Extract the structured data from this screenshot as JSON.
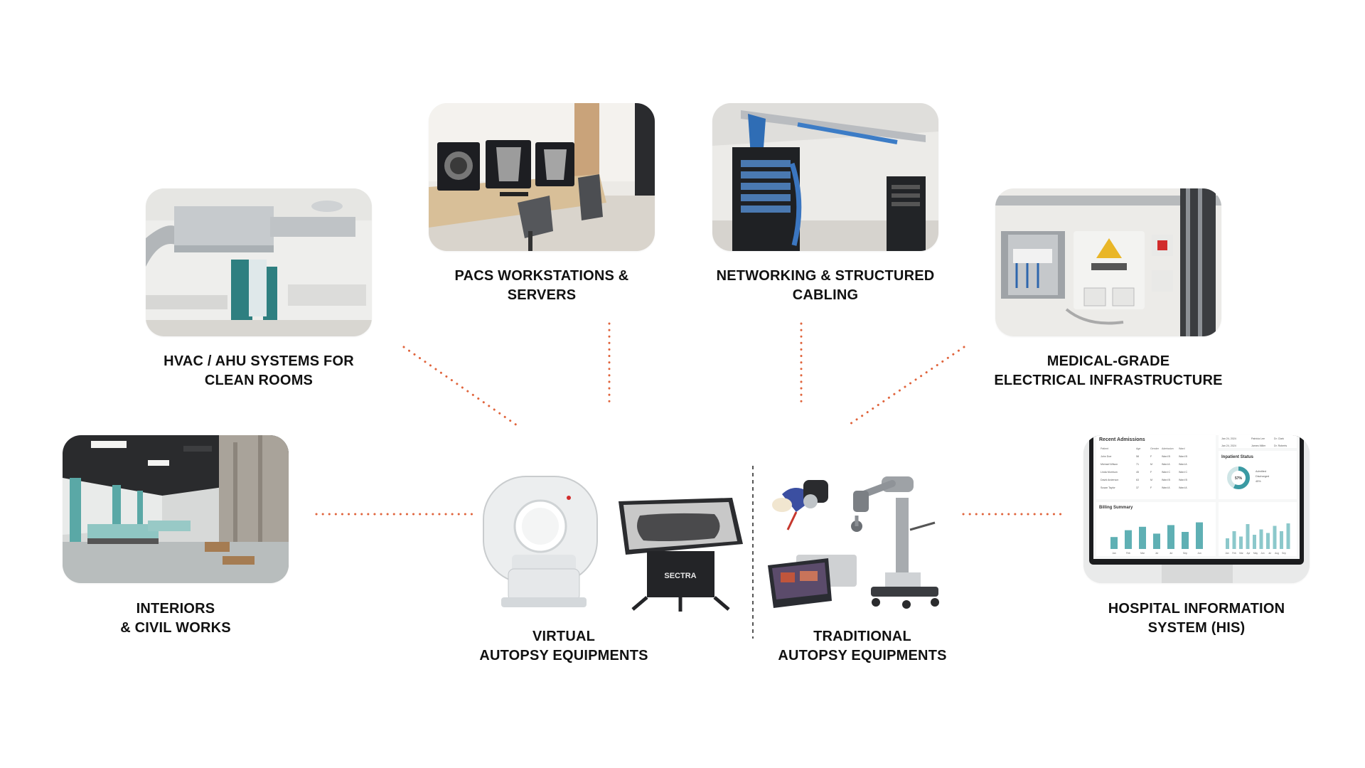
{
  "colors": {
    "connector": "#e0643c",
    "divider": "#555555",
    "label": "#111111",
    "background": "#ffffff"
  },
  "nodes": {
    "pacs": {
      "line1": "PACS WORKSTATIONS &",
      "line2": "SERVERS",
      "icon": "pacs-workstation-photo"
    },
    "networking": {
      "line1": "NETWORKING & STRUCTURED",
      "line2": "CABLING",
      "icon": "server-rack-photo"
    },
    "hvac": {
      "line1": "HVAC / AHU SYSTEMS FOR",
      "line2": "CLEAN ROOMS",
      "icon": "hvac-duct-photo"
    },
    "electrical": {
      "line1": "MEDICAL-GRADE",
      "line2": "ELECTRICAL INFRASTRUCTURE",
      "icon": "electrical-panel-photo"
    },
    "interiors": {
      "line1": "INTERIORS",
      "line2": "& CIVIL WORKS",
      "icon": "hospital-ward-photo"
    },
    "his": {
      "line1": "HOSPITAL INFORMATION",
      "line2": "SYSTEM (HIS)",
      "icon": "dashboard-monitor-photo"
    },
    "virtual": {
      "line1": "VIRTUAL",
      "line2": "AUTOPSY EQUIPMENTS",
      "icon": "ct-scanner-and-table-photo",
      "table_brand": "SECTRA"
    },
    "traditional": {
      "line1": "TRADITIONAL",
      "line2": "AUTOPSY EQUIPMENTS",
      "icon": "saw-and-camera-arm-photo"
    }
  },
  "his_screen": {
    "admissions_title": "Recent Admissions",
    "admissions_headers": [
      "Patient",
      "Age",
      "Gender",
      "Admission",
      "Ward"
    ],
    "admissions_rows": [
      [
        "John Doe",
        "58",
        "F",
        "Ward B",
        "Ward B"
      ],
      [
        "Michael Wilson",
        "71",
        "M",
        "Ward A",
        "Ward A"
      ],
      [
        "Linda Morrison",
        "45",
        "F",
        "Ward C",
        "Ward C"
      ],
      [
        "David Anderson",
        "63",
        "M",
        "Ward B",
        "Ward B"
      ],
      [
        "Susan Taylor",
        "37",
        "F",
        "Ward A",
        "Ward A"
      ]
    ],
    "top_right_rows": [
      [
        "Jan 24, 2024",
        "Patricia Lee",
        "Dr. Clark"
      ],
      [
        "Jan 24, 2024",
        "James Miller",
        "Dr. Roberts"
      ]
    ],
    "inpatient_title": "Inpatient Status",
    "inpatient_percent": "57%",
    "inpatient_legend": [
      "Admitted",
      "Discharged",
      "45%"
    ],
    "inpatient_fraction": 0.57,
    "billing_title": "Billing Summary",
    "billing_values": [
      0.35,
      0.55,
      0.65,
      0.45,
      0.7,
      0.5,
      0.78
    ],
    "billing_months": [
      "Jan",
      "Feb",
      "Mar",
      "Jul",
      "Jul",
      "Sep",
      "Jun"
    ],
    "side_values": [
      0.3,
      0.5,
      0.35,
      0.7,
      0.4,
      0.55,
      0.45,
      0.65,
      0.5,
      0.72
    ],
    "side_months": [
      "Jan",
      "Feb",
      "Mar",
      "Apr",
      "May",
      "Jun",
      "Jul",
      "Aug",
      "Sep"
    ]
  }
}
